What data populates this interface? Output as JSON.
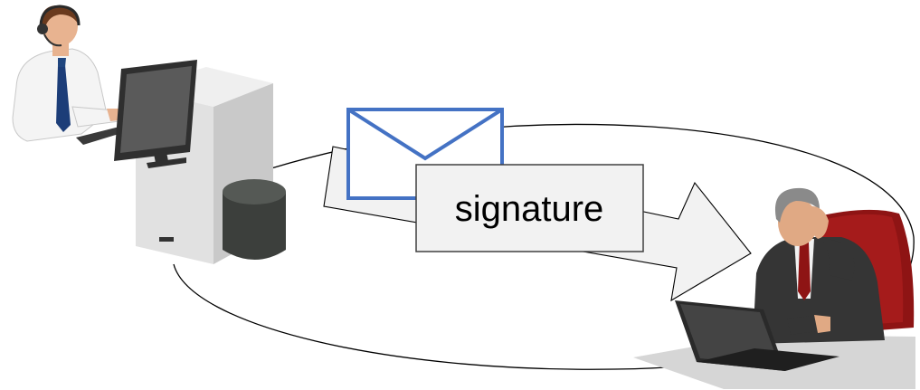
{
  "diagram": {
    "message_label": "signature",
    "colors": {
      "envelope_stroke": "#4472c4",
      "arrow_fill": "#f2f2f2",
      "label_box_fill": "#f2f2f2",
      "ring_stroke": "#000000"
    },
    "figures": {
      "sender": "operator-with-headset-at-computer",
      "server": "server-tower-with-database",
      "receiver": "worried-businessman-at-laptop"
    }
  }
}
